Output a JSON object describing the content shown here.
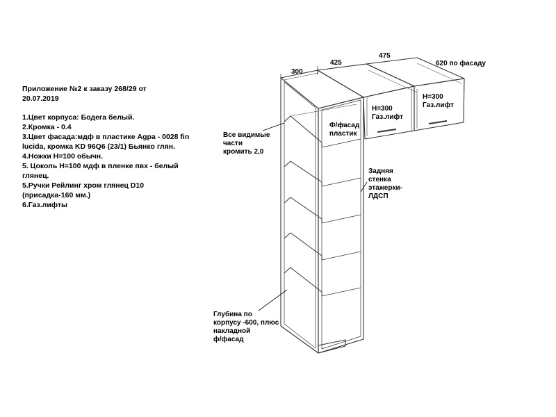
{
  "spec": {
    "title": "Приложение №2 к заказу 268/29 от\n20.07.2019",
    "items": [
      "1.Цвет корпуса: Бодега белый.",
      "2.Кромка - 0.4",
      "3.Цвет фасада:мдф в пластике Agpa - 0028 fin lucida, кромка KD 96Q6   (23/1) Бьянко глян.",
      "4.Ножки Н=100 обычн.",
      "5. Цоколь Н=100 мдф в пленке пвх - белый глянец.",
      "5.Ручки Рейлинг хром глянец D10 (присадка-160 мм.)",
      "6.Газ.лифты"
    ]
  },
  "dimensions": {
    "d300": "300",
    "d425": "425",
    "d475": "475",
    "d620": "620 по фасаду"
  },
  "callouts": {
    "edges": "Все видимые\nчасти\nкромить 2,0",
    "facade": "Ф/фасад\nпластик",
    "lift1": "Н=300\nГаз.лифт",
    "lift2": "Н=300\nГаз.лифт",
    "back_wall": "Задняя\nстенка\nэтажерки-\nЛДСП",
    "depth": "Глубина по\nкорпусу -600, плюс\nнакладной\nф/фасад"
  }
}
